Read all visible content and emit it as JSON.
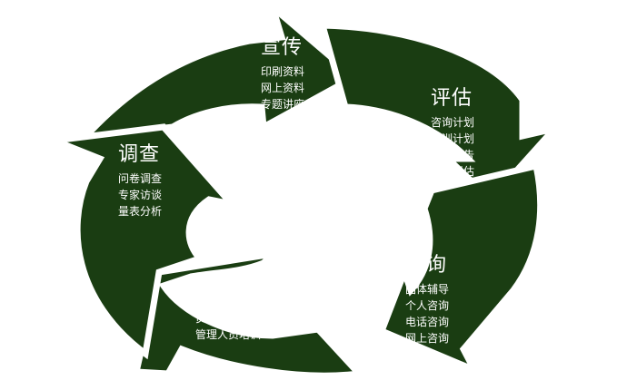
{
  "colors": {
    "segment": "#1a3d12",
    "text": "#ffffff",
    "background": "#ffffff"
  },
  "stages": [
    {
      "id": "publicity",
      "title": "宣传",
      "items": [
        "印刷资料",
        "网上资料",
        "专题讲座"
      ]
    },
    {
      "id": "evaluation",
      "title": "评估",
      "items": [
        "咨询计划",
        "培训计划",
        "使用报告",
        "效果评估"
      ]
    },
    {
      "id": "consulting",
      "title": "咨询",
      "items": [
        "团体辅导",
        "个人咨询",
        "电话咨询",
        "网上咨询"
      ]
    },
    {
      "id": "training",
      "title": "培训",
      "items": [
        "员工培训",
        "管理人员培训"
      ]
    },
    {
      "id": "survey",
      "title": "调查",
      "items": [
        "问卷调查",
        "专家访谈",
        "量表分析"
      ]
    }
  ]
}
